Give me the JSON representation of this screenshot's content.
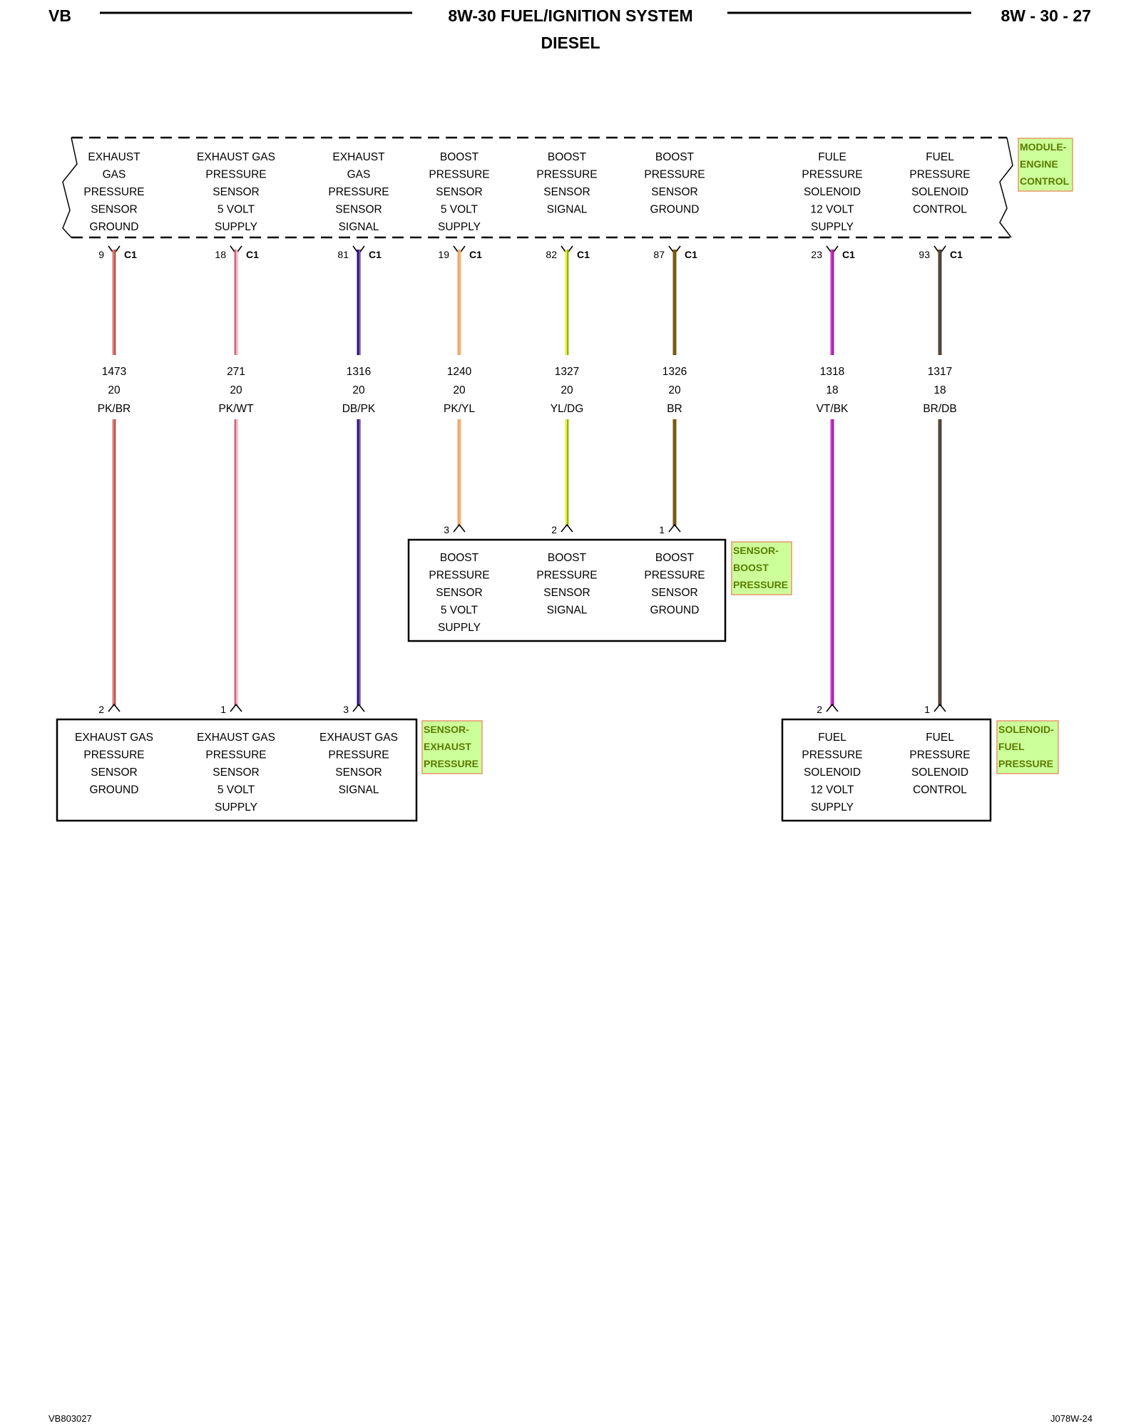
{
  "header": {
    "left": "VB",
    "title": "8W-30 FUEL/IGNITION SYSTEM",
    "subtitle": "DIESEL",
    "page": "8W - 30 - 27"
  },
  "footer": {
    "left": "VB803027",
    "right": "J078W-24"
  },
  "colors": {
    "tag_bg": "#ccff99",
    "tag_border": "#e8956a",
    "tag_text": "#5a7a00"
  },
  "module": {
    "tag": [
      "MODULE-",
      "ENGINE",
      "CONTROL"
    ],
    "connector": "C1",
    "pins": [
      {
        "name": "ecm-pin-9",
        "pin": "9",
        "label": [
          "EXHAUST",
          "GAS",
          "PRESSURE",
          "SENSOR",
          "GROUND"
        ]
      },
      {
        "name": "ecm-pin-18",
        "pin": "18",
        "label": [
          "EXHAUST GAS",
          "PRESSURE",
          "SENSOR",
          "5 VOLT",
          "SUPPLY"
        ]
      },
      {
        "name": "ecm-pin-81",
        "pin": "81",
        "label": [
          "EXHAUST",
          "GAS",
          "PRESSURE",
          "SENSOR",
          "SIGNAL"
        ]
      },
      {
        "name": "ecm-pin-19",
        "pin": "19",
        "label": [
          "BOOST",
          "PRESSURE",
          "SENSOR",
          "5 VOLT",
          "SUPPLY"
        ]
      },
      {
        "name": "ecm-pin-82",
        "pin": "82",
        "label": [
          "BOOST",
          "PRESSURE",
          "SENSOR",
          "SIGNAL"
        ]
      },
      {
        "name": "ecm-pin-87",
        "pin": "87",
        "label": [
          "BOOST",
          "PRESSURE",
          "SENSOR",
          "GROUND"
        ]
      },
      {
        "name": "ecm-pin-23",
        "pin": "23",
        "label": [
          "FULE",
          "PRESSURE",
          "SOLENOID",
          "12 VOLT",
          "SUPPLY"
        ]
      },
      {
        "name": "ecm-pin-93",
        "pin": "93",
        "label": [
          "FUEL",
          "PRESSURE",
          "SOLENOID",
          "CONTROL"
        ]
      }
    ]
  },
  "wires": [
    {
      "circuit": "1473",
      "gauge": "20",
      "color_code": "PK/BR",
      "color": "#e07a7a",
      "stripe": "#8a4a2a"
    },
    {
      "circuit": "271",
      "gauge": "20",
      "color_code": "PK/WT",
      "color": "#d06a78",
      "stripe": "#ffffff"
    },
    {
      "circuit": "1316",
      "gauge": "20",
      "color_code": "DB/PK",
      "color": "#1a1a8a",
      "stripe": "#d06a9a"
    },
    {
      "circuit": "1240",
      "gauge": "20",
      "color_code": "PK/YL",
      "color": "#f4a07a",
      "stripe": "#e8d060"
    },
    {
      "circuit": "1327",
      "gauge": "20",
      "color_code": "YL/DG",
      "color": "#eeee22",
      "stripe": "#3a8a2a"
    },
    {
      "circuit": "1326",
      "gauge": "20",
      "color_code": "BR",
      "color": "#7a5a10",
      "stripe": ""
    },
    {
      "circuit": "1318",
      "gauge": "18",
      "color_code": "VT/BK",
      "color": "#cc33cc",
      "stripe": "#7a1a7a"
    },
    {
      "circuit": "1317",
      "gauge": "18",
      "color_code": "BR/DB",
      "color": "#5a4a2a",
      "stripe": "#3a3a6a"
    }
  ],
  "exhaust_sensor": {
    "tag": [
      "SENSOR-",
      "EXHAUST",
      "PRESSURE"
    ],
    "pins": [
      {
        "pin": "2",
        "label": [
          "EXHAUST GAS",
          "PRESSURE",
          "SENSOR",
          "GROUND"
        ]
      },
      {
        "pin": "1",
        "label": [
          "EXHAUST GAS",
          "PRESSURE",
          "SENSOR",
          "5 VOLT",
          "SUPPLY"
        ]
      },
      {
        "pin": "3",
        "label": [
          "EXHAUST GAS",
          "PRESSURE",
          "SENSOR",
          "SIGNAL"
        ]
      }
    ]
  },
  "boost_sensor": {
    "tag": [
      "SENSOR-",
      "BOOST",
      "PRESSURE"
    ],
    "pins": [
      {
        "pin": "3",
        "label": [
          "BOOST",
          "PRESSURE",
          "SENSOR",
          "5 VOLT",
          "SUPPLY"
        ]
      },
      {
        "pin": "2",
        "label": [
          "BOOST",
          "PRESSURE",
          "SENSOR",
          "SIGNAL"
        ]
      },
      {
        "pin": "1",
        "label": [
          "BOOST",
          "PRESSURE",
          "SENSOR",
          "GROUND"
        ]
      }
    ]
  },
  "fuel_solenoid": {
    "tag": [
      "SOLENOID-",
      "FUEL",
      "PRESSURE"
    ],
    "pins": [
      {
        "pin": "2",
        "label": [
          "FUEL",
          "PRESSURE",
          "SOLENOID",
          "12 VOLT",
          "SUPPLY"
        ]
      },
      {
        "pin": "1",
        "label": [
          "FUEL",
          "PRESSURE",
          "SOLENOID",
          "CONTROL"
        ]
      }
    ]
  }
}
